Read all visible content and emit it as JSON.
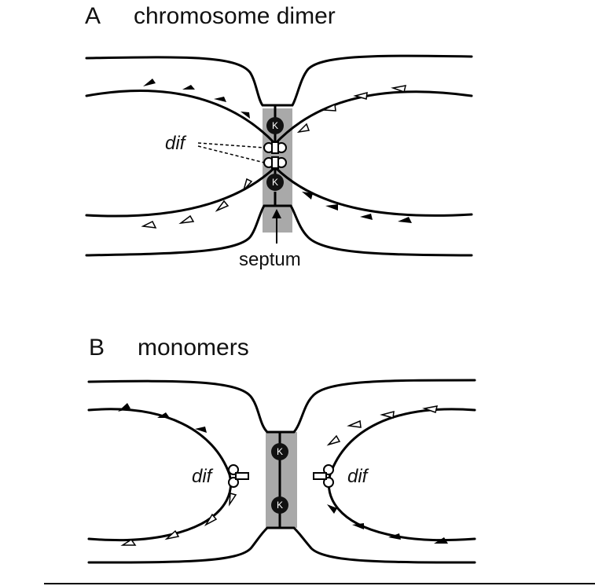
{
  "panel_a": {
    "letter": "A",
    "title": "chromosome dimer",
    "site_label": "dif",
    "septum_label": "septum",
    "kftsk_label": "K"
  },
  "panel_b": {
    "letter": "B",
    "title": "monomers",
    "site_label": "dif",
    "kftsk_label": "K"
  },
  "colors": {
    "line": "#000000",
    "septum_band": "#a9a9a9",
    "k_marker": "#111111",
    "open_arrow": "#ffffff",
    "filled_arrow": "#000000"
  }
}
